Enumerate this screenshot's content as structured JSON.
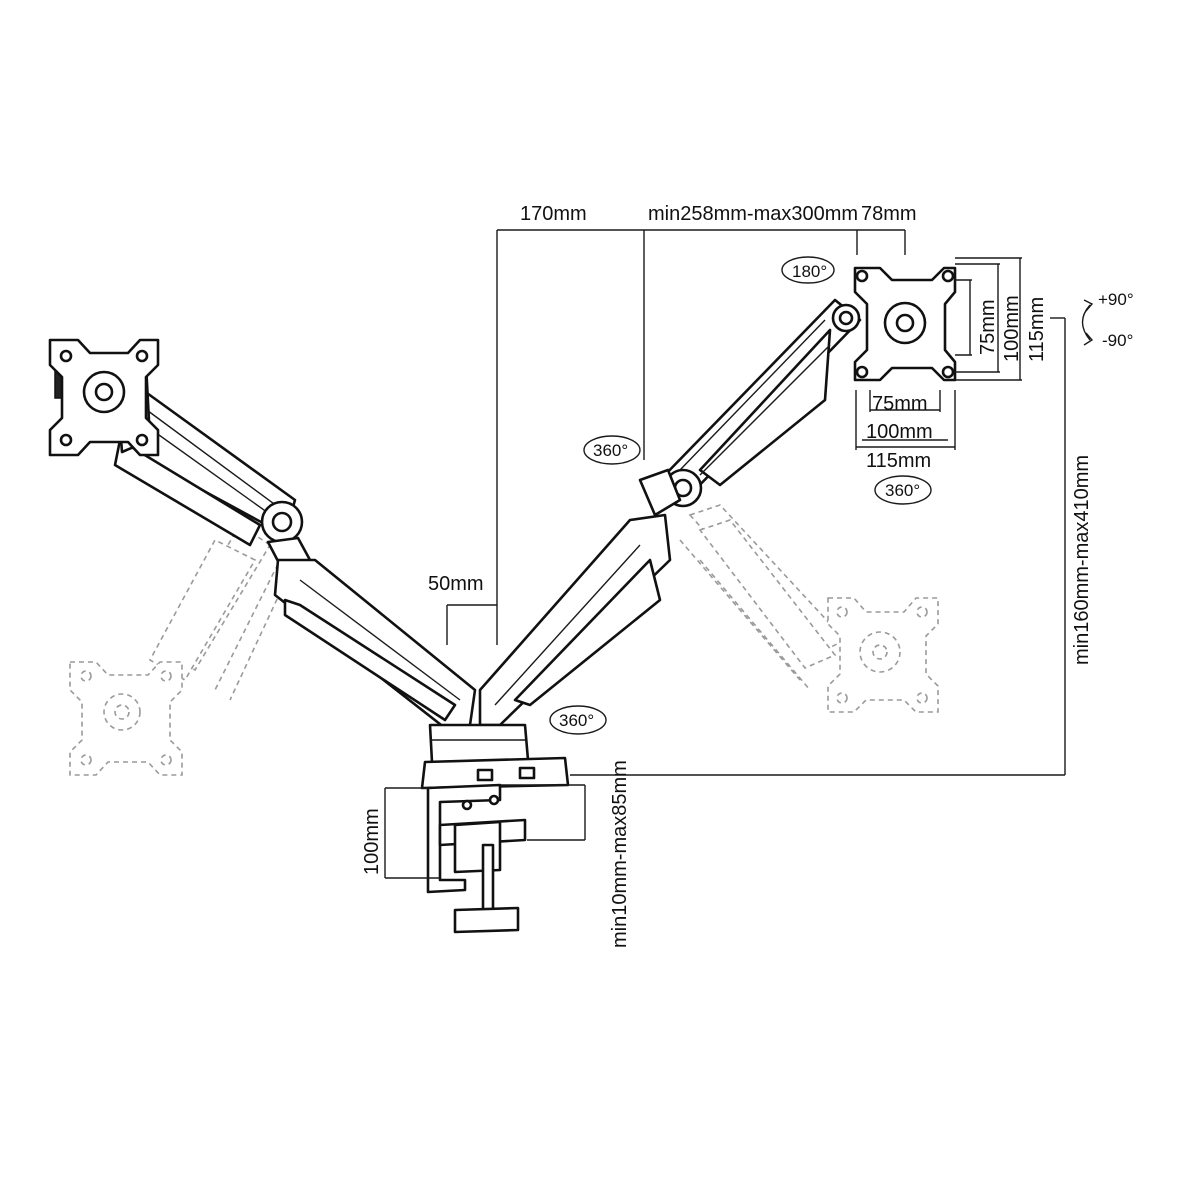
{
  "dimensions": {
    "d170": "170mm",
    "d258_300": "min258mm-max300mm",
    "d78": "78mm",
    "d50": "50mm",
    "vesa_w75": "75mm",
    "vesa_w100": "100mm",
    "vesa_w115": "115mm",
    "vesa_h75": "75mm",
    "vesa_h100": "100mm",
    "vesa_h115": "115mm",
    "height_range": "min160mm-max410mm",
    "clamp_range": "min10mm-max85mm",
    "base_height": "100mm"
  },
  "rotations": {
    "tilt_up": "+90°",
    "tilt_down": "-90°",
    "rot_180": "180°",
    "swivel_elbow": "360°",
    "swivel_head": "360°",
    "swivel_base": "360°"
  },
  "colors": {
    "line": "#111111",
    "ghost": "#9a9a9a",
    "background": "#ffffff"
  }
}
